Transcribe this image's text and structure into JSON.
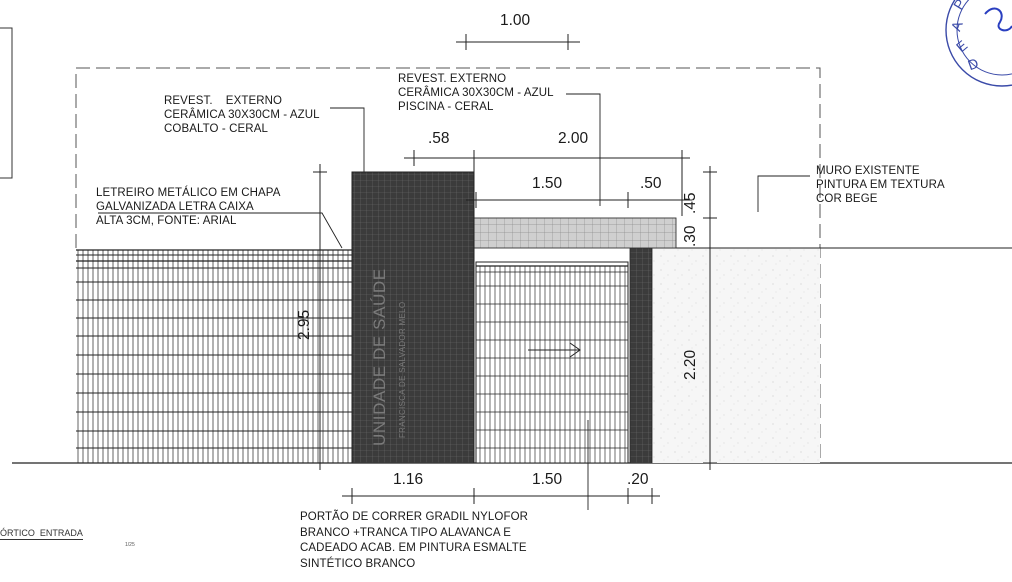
{
  "annotations": {
    "revest_externo_azul_cobalto": {
      "line1": "REVEST.    EXTERNO",
      "line2": "CERÂMICA 30x30cm - AZUL",
      "line3": "COBALTO - CERAL"
    },
    "revest_externo_azul_piscina": {
      "line1": "REVEST. EXTERNO",
      "line2": "CERÂMICA 30x30cm - AZUL",
      "line3": "PISCINA - CERAL"
    },
    "letreiro": {
      "line1": "LETREIRO METÁLICO EM CHAPA",
      "line2": "GALVANIZADA LETRA CAIXA",
      "line3": "ALTA 3cm, FONTE: ARIAL"
    },
    "muro_existente": {
      "line1": "MURO EXISTENTE",
      "line2": "PINTURA EM TEXTURA",
      "line3": "COR BEGE"
    },
    "portao": {
      "line1": "PORTÃO DE CORRER GRADIL NYLOFOR",
      "line2": "BRANCO +TRANCA TIPO ALAVANCA E",
      "line3": "CADEADO ACAB. EM PINTURA ESMALTE",
      "line4": "SINTÉTICO BRANCO"
    }
  },
  "dimensions": {
    "top_width": "1.00",
    "pillar_offset": ".58",
    "canopy_length": "2.00",
    "gate_width_top": "1.50",
    "right_offset_top": ".50",
    "height_045": ".45",
    "height_030": ".30",
    "height_295": "2.95",
    "height_220": "2.20",
    "pillar_width": "1.16",
    "gate_width_bottom": "1.50",
    "right_pillar_width": ".20"
  },
  "sign": {
    "main_text": "UNIDADE DE SAÚDE",
    "sub_text": "FRANCISCA DE SALVADOR MELO"
  },
  "footer": {
    "title": "ÓRTICO  ENTRADA",
    "scale": "1/25"
  },
  "colors": {
    "pillar_dark": "#3b3b3b",
    "canopy_light": "#c8c8c8",
    "ink": "#1a1a1a",
    "wall_texture": "#f4f4f4"
  }
}
